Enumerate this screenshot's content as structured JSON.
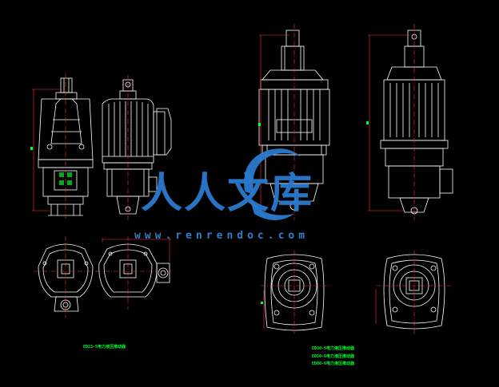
{
  "watermark": {
    "brand_cn": "人人文库",
    "url": "www.renrendoc.com"
  },
  "labels": {
    "left": "ED23-5电力液压推动器",
    "right": [
      "ED30-5电力液压推动器",
      "ED50-6电力液压推动器",
      "ED80-6电力液压推动器"
    ]
  },
  "colors": {
    "background": "#000000",
    "line": "#ffffff",
    "dimension": "#ff0000",
    "label": "#00ff33",
    "watermark": "#2a7bd0"
  },
  "icons": [
    "watermark-swirl-logo"
  ]
}
